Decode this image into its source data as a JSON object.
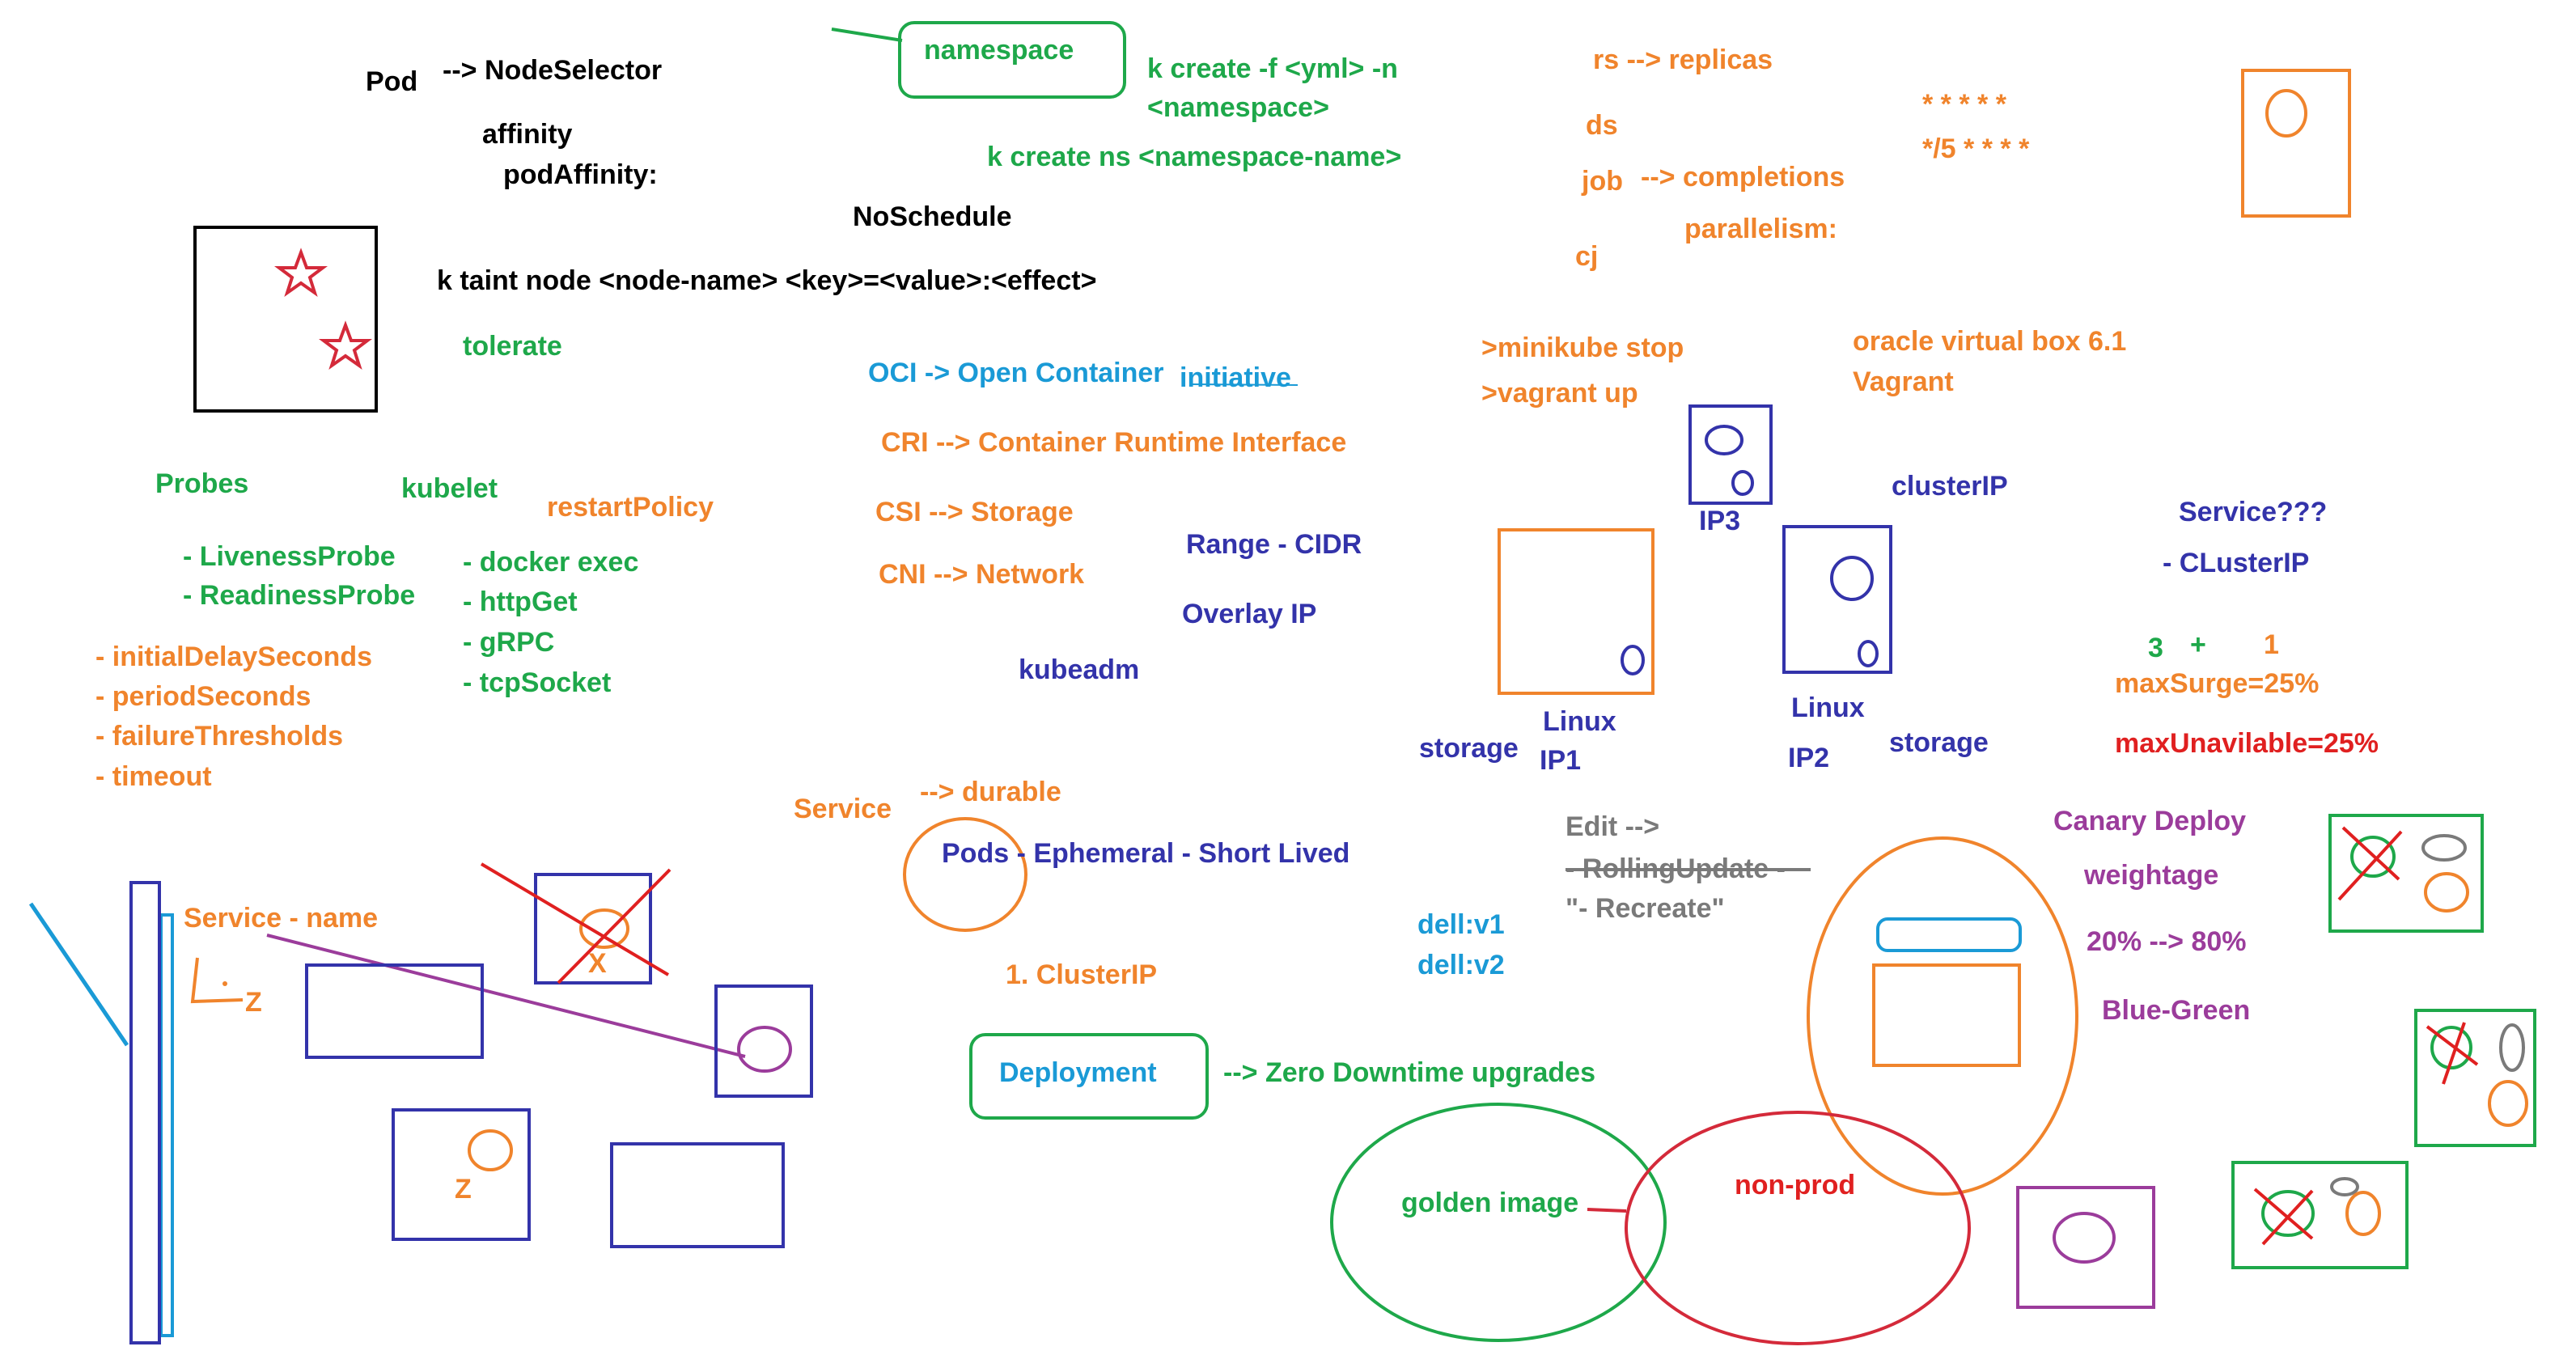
{
  "colors": {
    "black": "#000000",
    "green": "#1ea84a",
    "orange": "#f0842c",
    "blue": "#3333aa",
    "cyan": "#1a9ad6",
    "purple": "#9b3c9b",
    "red": "#e02020",
    "gray": "#7a7a7a"
  },
  "top_left": {
    "pod": "Pod",
    "node_selector": "--> NodeSelector",
    "affinity": "affinity",
    "pod_affinity": "podAffinity:",
    "no_schedule": "NoSchedule",
    "taint_cmd": "k taint node <node-name> <key>=<value>:<effect>",
    "tolerate": "tolerate"
  },
  "namespace": {
    "box_label": "namespace",
    "create_cmd_1": "k create -f <yml>  -n",
    "create_cmd_2": "<namespace>",
    "create_ns": "k create ns <namespace-name>"
  },
  "probes": {
    "probes": "Probes",
    "kubelet": "kubelet",
    "restart_policy": "restartPolicy",
    "liveness": "- LivenessProbe",
    "readiness": "- ReadinessProbe",
    "initial_delay": "- initialDelaySeconds",
    "period": "- periodSeconds",
    "failure": "- failureThresholds",
    "timeout": "- timeout",
    "docker_exec": "- docker exec",
    "http_get": "- httpGet",
    "grpc": "- gRPC",
    "tcp_socket": "- tcpSocket"
  },
  "interfaces": {
    "oci": "OCI -> Open Container",
    "oci_init": "initiative",
    "cri": "CRI --> Container Runtime Interface",
    "csi": "CSI --> Storage",
    "cni": "CNI --> Network",
    "range": "Range - CIDR",
    "overlay": "Overlay IP",
    "kubeadm": "kubeadm"
  },
  "workloads": {
    "rs": "rs --> replicas",
    "ds": "ds",
    "job": "job",
    "completions": "--> completions",
    "parallelism": "parallelism:",
    "cj": "cj",
    "cron_1": "* * * * *",
    "cron_2": "*/5 * * * *"
  },
  "env": {
    "minikube": ">minikube stop",
    "vagrant": ">vagrant up",
    "vbox": "oracle virtual box 6.1",
    "vagrant_name": "Vagrant"
  },
  "nodes": {
    "ip3": "IP3",
    "cluster_ip": "clusterIP",
    "storage_left": "storage",
    "linux1": "Linux",
    "ip1": "IP1",
    "linux2": "Linux",
    "ip2": "IP2",
    "storage_right": "storage"
  },
  "service_types": {
    "service_q": "Service???",
    "clusterip_item": "- CLusterIP",
    "three": "3",
    "plus": "+",
    "one": "1",
    "max_surge": "maxSurge=25%",
    "max_unavailable": "maxUnavilable=25%"
  },
  "service_bottom": {
    "service_name": "Service - name",
    "z_small": "Z",
    "x_mark": "X",
    "z_box": "Z",
    "service": "Service",
    "durable": "--> durable",
    "pods": "Pods - Ephemeral - Short Lived",
    "clusterip_1": "1. ClusterIP",
    "deployment": "Deployment",
    "zero_downtime": "--> Zero Downtime upgrades"
  },
  "upgrade": {
    "edit": "Edit -->",
    "rolling": "- RollingUpdate -",
    "recreate": "\"- Recreate\"",
    "dell_v1": "dell:v1",
    "dell_v2": "dell:v2",
    "golden_image": "golden image",
    "non_prod": "non-prod",
    "canary": "Canary Deploy",
    "weightage": "weightage",
    "split": "20% --> 80%",
    "blue_green": "Blue-Green"
  }
}
